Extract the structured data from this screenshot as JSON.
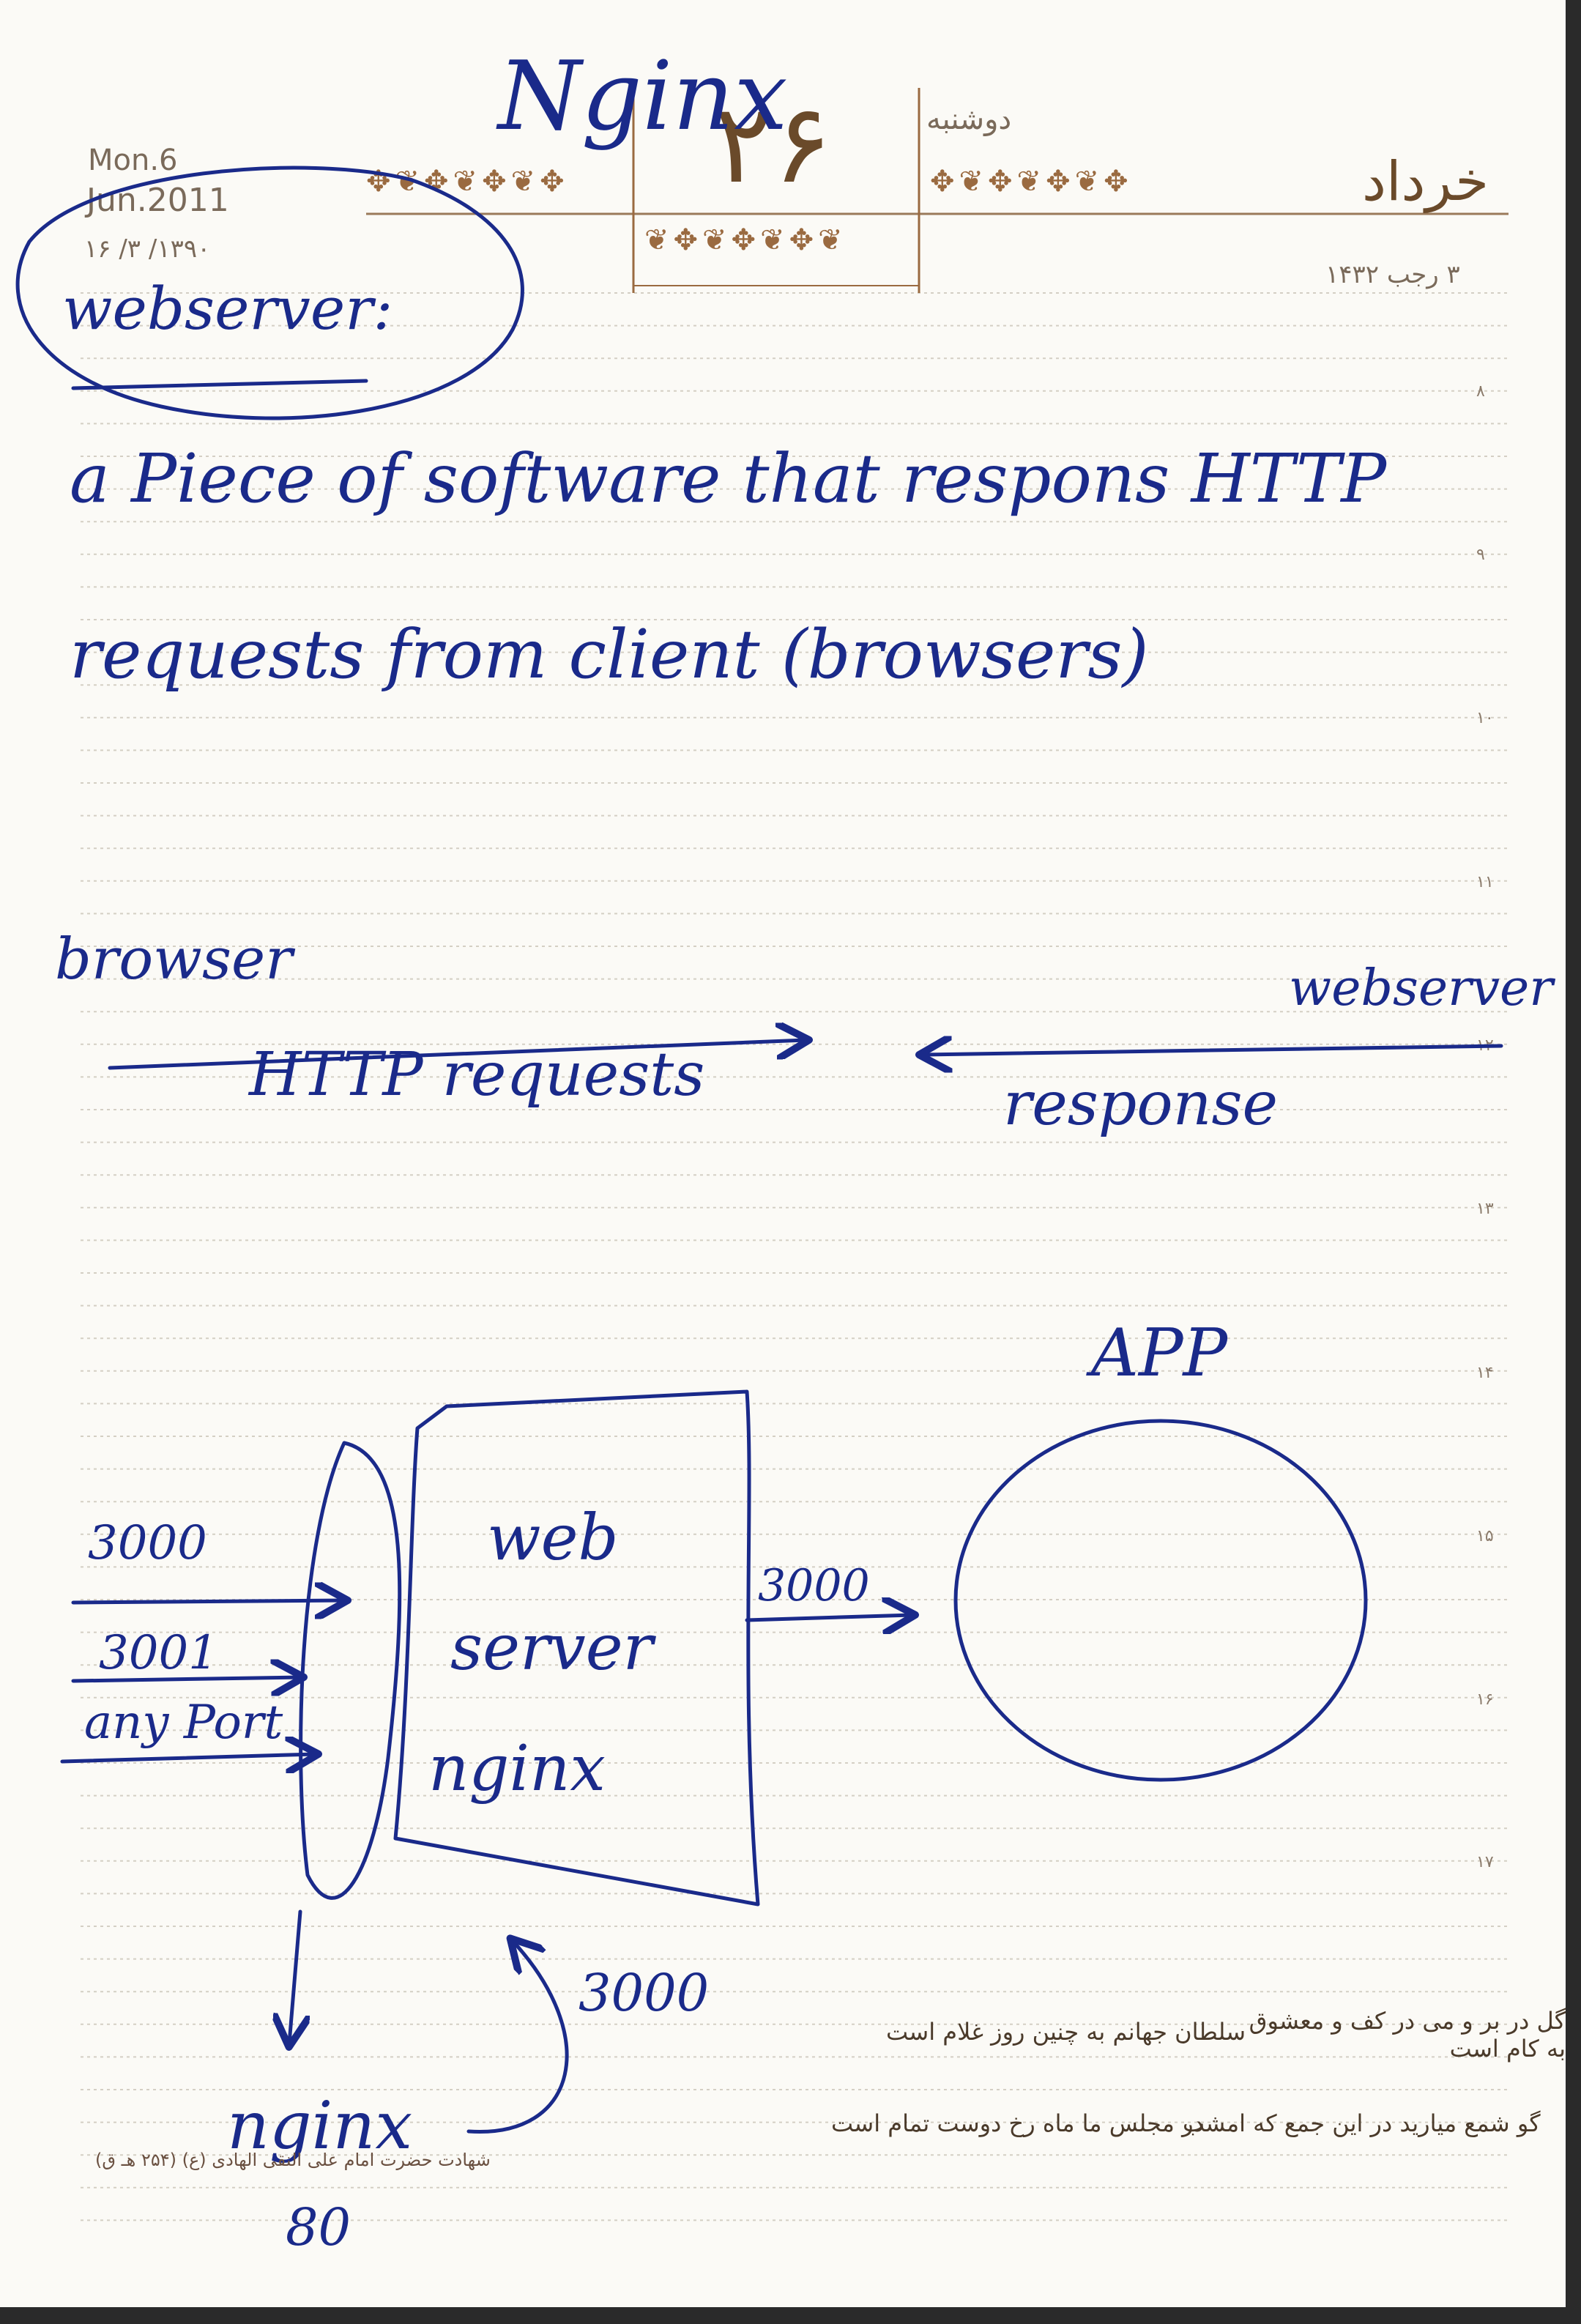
{
  "header": {
    "date_en_day": "Mon.6",
    "date_en_month": "Jun.2011",
    "date_persian": "۱۳۹۰/ ۳/ ۱۶",
    "day_number": "۲۶",
    "weekday": "دوشنبه",
    "month": "خرداد",
    "hijri_date": "۳ رجب ۱۴۳۲",
    "handwritten_title": "Nginx"
  },
  "hour_marks": [
    "۸",
    "۹",
    "۱۰",
    "۱۱",
    "۱۲",
    "۱۳",
    "۱۴",
    "۱۵",
    "۱۶",
    "۱۷"
  ],
  "notes": {
    "heading": "webserver:",
    "definition_line1": "a Piece of software that respons HTTP",
    "definition_line2": "requests from client (browsers)"
  },
  "flow": {
    "left_label": "browser",
    "right_label": "webserver",
    "request_label": "HTTP requests",
    "response_label": "response"
  },
  "diagram": {
    "port_1": "3000",
    "port_2": "3001",
    "port_3": "any Port",
    "server_line1": "web",
    "server_line2": "server",
    "server_line3": "nginx",
    "forward_port": "3000",
    "app_label": "APP",
    "bottom_port": "3000",
    "bottom_label": "nginx",
    "bottom_number": "80"
  },
  "footer": {
    "occasion": "شهادت حضرت امام علی النقی الهادی (ع) (۲۵۴ هـ ق)",
    "poem_1": "گل در بر و می در کف و معشوق به کام است",
    "poem_2": "سلطان جهانم به چنین روز غلام است",
    "poem_3": "گو شمع میارید در این جمع که امشب",
    "poem_4": "در مجلس ما ماه رخ دوست تمام است"
  },
  "colors": {
    "ink": "#1a2a8a",
    "print": "#7a6a5a",
    "ornament": "#9a6a40",
    "paper": "#fbfaf6"
  }
}
